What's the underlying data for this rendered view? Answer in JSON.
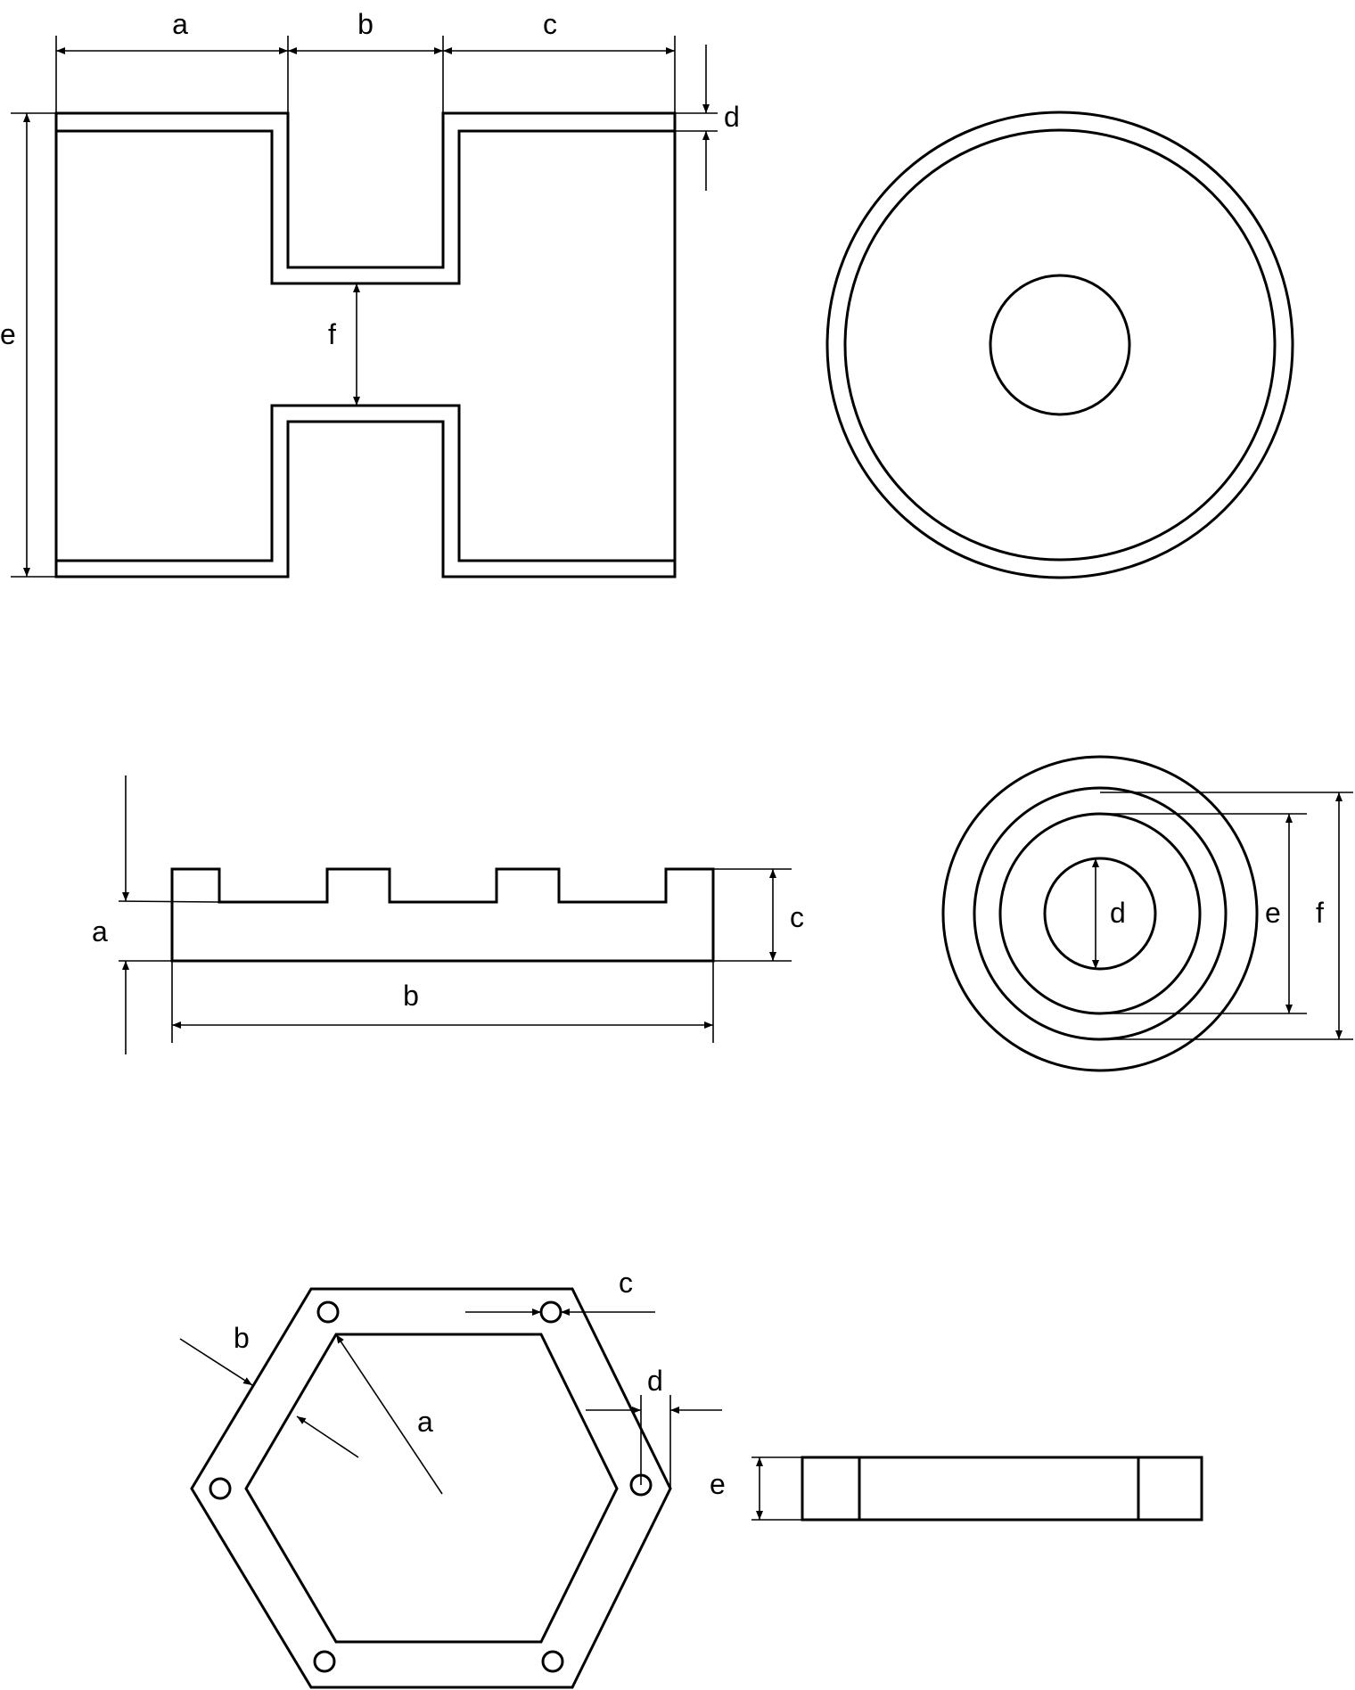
{
  "figure_top_left": {
    "labels": {
      "a": "a",
      "b": "b",
      "c": "c",
      "d": "d",
      "e": "e",
      "f": "f"
    }
  },
  "figure_top_right": {},
  "figure_middle_left": {
    "labels": {
      "a": "a",
      "b": "b",
      "c": "c"
    }
  },
  "figure_middle_right": {
    "labels": {
      "d": "d",
      "e": "e",
      "f": "f"
    }
  },
  "figure_bottom_left": {
    "labels": {
      "a": "a",
      "b": "b",
      "c": "c",
      "d": "d"
    }
  },
  "figure_bottom_right": {
    "labels": {
      "e": "e"
    }
  }
}
